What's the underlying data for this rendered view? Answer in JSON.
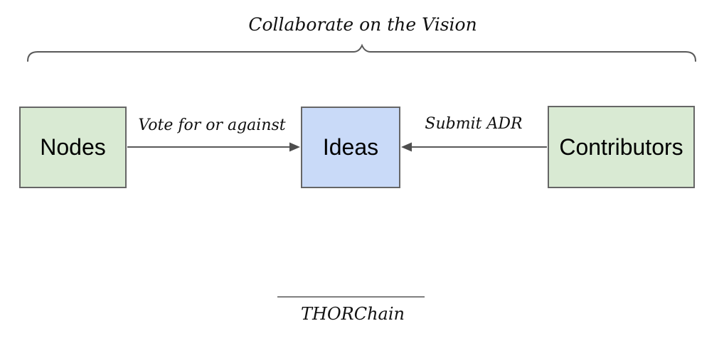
{
  "diagram": {
    "title": "Collaborate on the Vision",
    "caption": "THORChain",
    "nodes": [
      {
        "id": "nodes",
        "label": "Nodes",
        "fill": "#d9ead3"
      },
      {
        "id": "ideas",
        "label": "Ideas",
        "fill": "#c9daf8"
      },
      {
        "id": "contributors",
        "label": "Contributors",
        "fill": "#d9ead3"
      }
    ],
    "edges": [
      {
        "from": "Nodes",
        "to": "Ideas",
        "label": "Vote for or against",
        "direction": "left-to-right"
      },
      {
        "from": "Contributors",
        "to": "Ideas",
        "label": "Submit ADR",
        "direction": "right-to-left"
      }
    ],
    "colors": {
      "node_green": "#d9ead3",
      "node_blue": "#c9daf8",
      "box_border": "#666666",
      "line_gray": "#595959",
      "caption_rule_gray": "#808080",
      "text_black": "#111111"
    }
  }
}
